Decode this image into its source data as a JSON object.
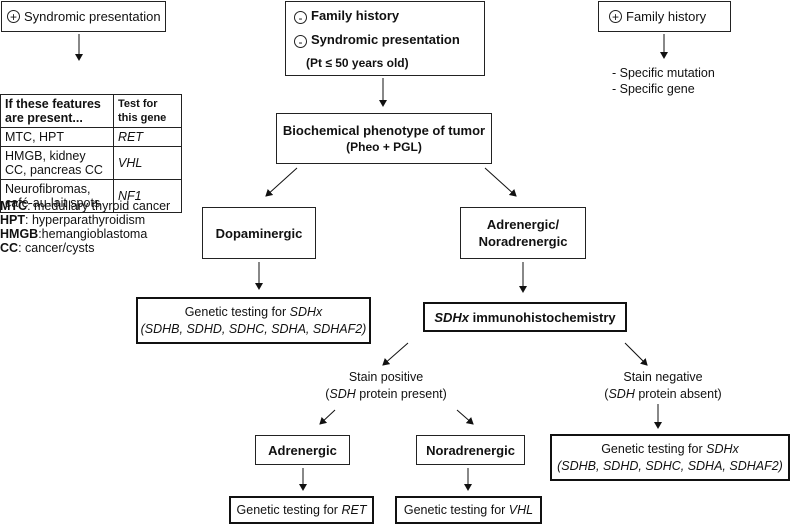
{
  "top_left": {
    "symbol": "+",
    "label": "Syndromic presentation",
    "table": {
      "headers": [
        "If these features are present...",
        "Test for this gene"
      ],
      "rows": [
        {
          "features": "MTC, HPT",
          "gene": "RET"
        },
        {
          "features": "HMGB, kidney CC, pancreas CC",
          "gene": "VHL"
        },
        {
          "features": "Neurofibromas, café-au-lait spots",
          "gene": "NF1"
        }
      ]
    },
    "abbreviations": [
      {
        "abbr": "MTC",
        "text": ": medullary thyroid cancer"
      },
      {
        "abbr": "HPT",
        "text": ": hyperparathyroidism"
      },
      {
        "abbr": "HMGB",
        "text": ":hemangioblastoma"
      },
      {
        "abbr": "CC",
        "text": ": cancer/cysts"
      }
    ]
  },
  "top_center": {
    "line1_symbol": "-",
    "line1": "Family history",
    "line2_symbol": "-",
    "line2": "Syndromic presentation",
    "line3": "(Pt ≤ 50 years old)"
  },
  "top_right": {
    "symbol": "+",
    "label": "Family history",
    "items": [
      "- Specific mutation",
      "- Specific gene"
    ]
  },
  "biochem": {
    "line1": "Biochemical phenotype of tumor",
    "line2": "(Pheo + PGL)"
  },
  "dopaminergic": "Dopaminergic",
  "adrenergic_nor": {
    "line1": "Adrenergic/",
    "line2": "Noradrenergic"
  },
  "genetic_sdhx_left": {
    "prefix": "Genetic testing for ",
    "gene": "SDHx",
    "list": "(SDHB, SDHD, SDHC, SDHA, SDHAF2)"
  },
  "ihc": {
    "gene": "SDHx",
    "label": " immunohistochemistry"
  },
  "stain_positive": {
    "line1": "Stain positive",
    "open": "(",
    "gene": "SDH",
    "rest": " protein present)"
  },
  "stain_negative": {
    "line1": "Stain negative",
    "open": "(",
    "gene": "SDH",
    "rest": " protein absent)"
  },
  "adrenergic": "Adrenergic",
  "noradrenergic": "Noradrenergic",
  "genetic_sdhx_right": {
    "prefix": "Genetic testing for ",
    "gene": "SDHx",
    "list": "(SDHB, SDHD, SDHC, SDHA, SDHAF2)"
  },
  "genetic_ret": {
    "prefix": "Genetic testing for ",
    "gene": "RET"
  },
  "genetic_vhl": {
    "prefix": "Genetic testing for ",
    "gene": "VHL"
  }
}
